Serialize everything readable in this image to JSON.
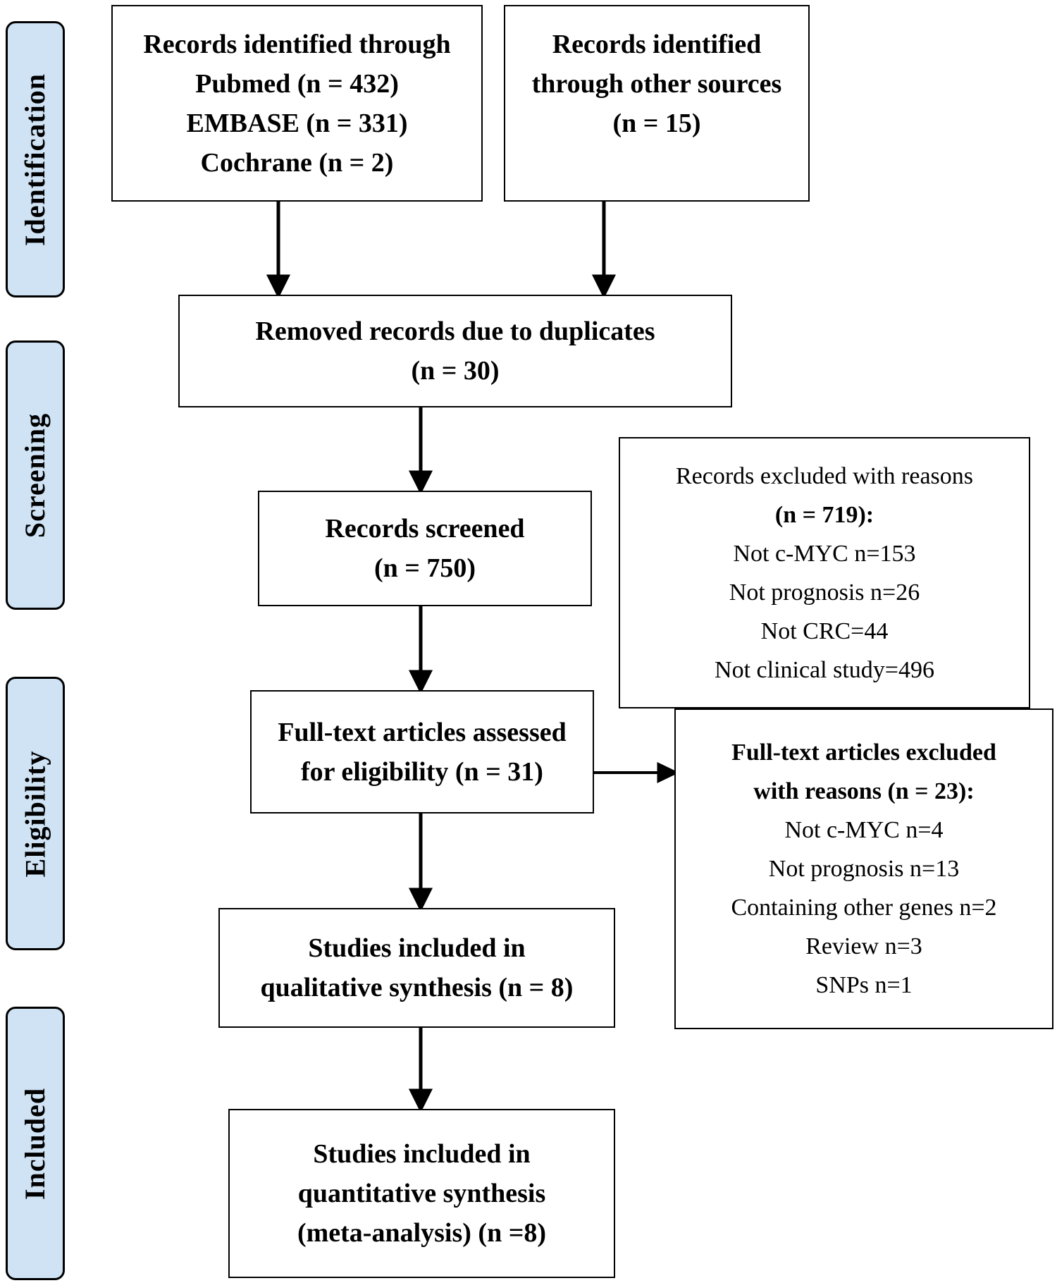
{
  "stages": [
    {
      "id": "identification",
      "label": "Identification"
    },
    {
      "id": "screening",
      "label": "Screening"
    },
    {
      "id": "eligibility",
      "label": "Eligibility"
    },
    {
      "id": "included",
      "label": "Included"
    }
  ],
  "boxes": {
    "identified_db": {
      "lines": [
        "Records identified through",
        "Pubmed (n = 432)",
        "EMBASE (n = 331)",
        "Cochrane (n = 2)"
      ]
    },
    "identified_other": {
      "lines": [
        "Records identified",
        "through other sources",
        "(n = 15)"
      ]
    },
    "duplicates": {
      "lines": [
        "Removed records due to duplicates",
        "(n = 30)"
      ]
    },
    "screened": {
      "lines": [
        "Records screened",
        "(n = 750)"
      ]
    },
    "excluded_records": {
      "lines": [
        "Records excluded with reasons",
        "(n = 719):",
        "Not c-MYC n=153",
        "Not prognosis n=26",
        "Not CRC=44",
        "Not clinical study=496"
      ]
    },
    "fulltext": {
      "lines": [
        "Full-text articles assessed",
        "for eligibility (n = 31)"
      ]
    },
    "excluded_fulltext": {
      "lines": [
        "Full-text articles excluded",
        "with reasons (n = 23):",
        "Not c-MYC n=4",
        "Not prognosis n=13",
        "Containing other genes n=2",
        "Review n=3",
        "SNPs n=1"
      ]
    },
    "qualitative": {
      "lines": [
        "Studies included in",
        "qualitative synthesis (n = 8)"
      ]
    },
    "quantitative": {
      "lines": [
        "Studies included in",
        "quantitative synthesis",
        "(meta-analysis) (n =8)"
      ]
    }
  }
}
